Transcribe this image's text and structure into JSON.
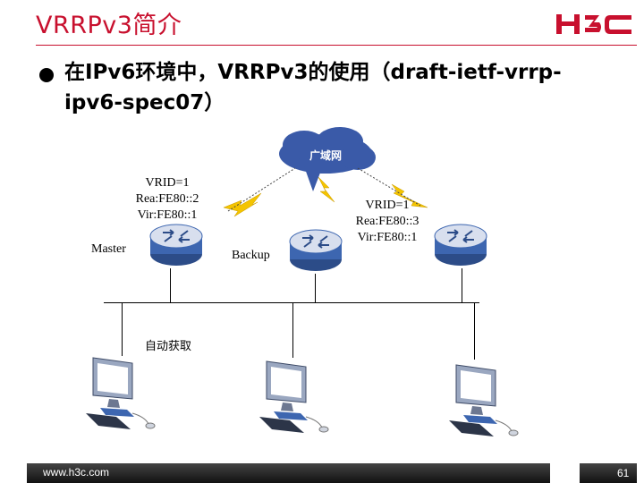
{
  "slide": {
    "title": "VRRPv3简介",
    "logo_text": "H3C",
    "bullet_line1": "在IPv6环境中，VRRPv3的使用（draft-ietf-vrrp-",
    "bullet_line2": "ipv6-spec07）"
  },
  "diagram": {
    "cloud_label": "广域网",
    "master_info": [
      "VRID=1",
      "Rea:FE80::2",
      "Vir:FE80::1"
    ],
    "backup_info": [
      "VRID=1",
      "Rea:FE80::3",
      "Vir:FE80::1"
    ],
    "master_label": "Master",
    "backup_label": "Backup",
    "auto_label": "自动获取"
  },
  "footer": {
    "url": "www.h3c.com",
    "page": "61"
  },
  "colors": {
    "brand_red": "#c8102e",
    "cloud_blue": "#3a5aa8",
    "lightning_yellow": "#f4c400"
  },
  "icons": [
    "router-icon",
    "pc-icon",
    "cloud-icon",
    "lightning-icon"
  ]
}
